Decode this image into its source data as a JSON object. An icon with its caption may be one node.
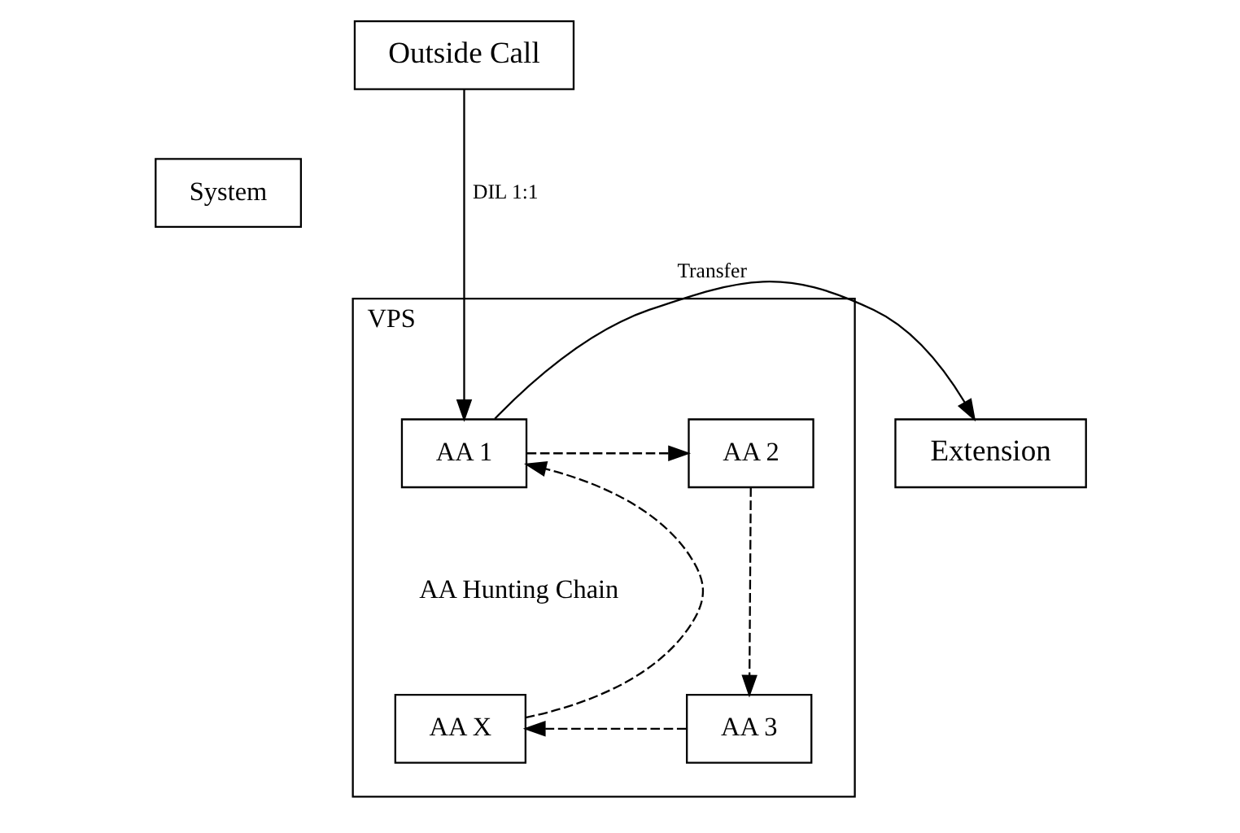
{
  "diagram": {
    "nodes": [
      {
        "text": [
          "Outside Call"
        ]
      },
      {
        "text": [
          "System"
        ]
      },
      {
        "text": [
          "VPS"
        ]
      },
      {
        "text": [
          "Extension"
        ]
      },
      {
        "text": [
          "AA 1"
        ],
        "in": 2
      },
      {
        "text": [
          "AA 2"
        ],
        "in": 2
      },
      {
        "text": [
          "AA 3"
        ],
        "in": 2
      },
      {
        "text": [
          "AA X"
        ],
        "in": 2
      }
    ],
    "edges": [
      {
        "from": 0,
        "to": 4,
        "arrow": "to",
        "label": "DIL 1:1"
      },
      {
        "from": 4,
        "to": 3,
        "arrow": "to",
        "label": "Transfer"
      },
      {
        "from": 4,
        "to": 5,
        "arrow": "to",
        "style": "dashed"
      },
      {
        "from": 5,
        "to": 6,
        "arrow": "to",
        "style": "dashed"
      },
      {
        "from": 6,
        "to": 7,
        "arrow": "to",
        "style": "dashed"
      },
      {
        "from": 7,
        "to": 4,
        "arrow": "to",
        "style": "dashed"
      }
    ],
    "labels": [
      "AA Hunting Chain"
    ]
  }
}
